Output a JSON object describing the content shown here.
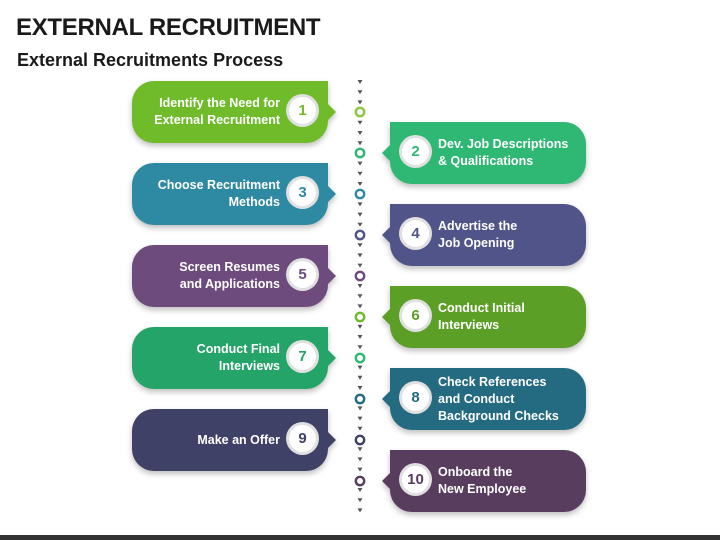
{
  "header": {
    "title": "EXTERNAL RECRUITMENT",
    "subtitle": "External Recruitments Process"
  },
  "steps": [
    {
      "number": "1",
      "label": "Identify the Need for\nExternal Recruitment",
      "side": "left",
      "color": "#6fbb2a",
      "dot": "#8cc63f"
    },
    {
      "number": "2",
      "label": "Dev. Job Descriptions\n& Qualifications",
      "side": "right",
      "color": "#2fb774",
      "dot": "#2fb774"
    },
    {
      "number": "3",
      "label": "Choose Recruitment\nMethods",
      "side": "left",
      "color": "#2e8aa3",
      "dot": "#2e8aa3"
    },
    {
      "number": "4",
      "label": "Advertise the\nJob Opening",
      "side": "right",
      "color": "#505488",
      "dot": "#505488"
    },
    {
      "number": "5",
      "label": "Screen Resumes\nand Applications",
      "side": "left",
      "color": "#6d4b7d",
      "dot": "#6d4b7d"
    },
    {
      "number": "6",
      "label": "Conduct Initial\nInterviews",
      "side": "right",
      "color": "#5c9f26",
      "dot": "#6fbb2a"
    },
    {
      "number": "7",
      "label": "Conduct Final\nInterviews",
      "side": "left",
      "color": "#24a468",
      "dot": "#2fb774"
    },
    {
      "number": "8",
      "label": "Check References\nand Conduct\nBackground Checks",
      "side": "right",
      "color": "#246a80",
      "dot": "#246a80"
    },
    {
      "number": "9",
      "label": "Make an Offer",
      "side": "left",
      "color": "#3f4266",
      "dot": "#3f4266"
    },
    {
      "number": "10",
      "label": "Onboard the\nNew Employee",
      "side": "right",
      "color": "#593d5f",
      "dot": "#593d5f"
    }
  ],
  "timeline": {
    "arrow_color": "#555555"
  }
}
